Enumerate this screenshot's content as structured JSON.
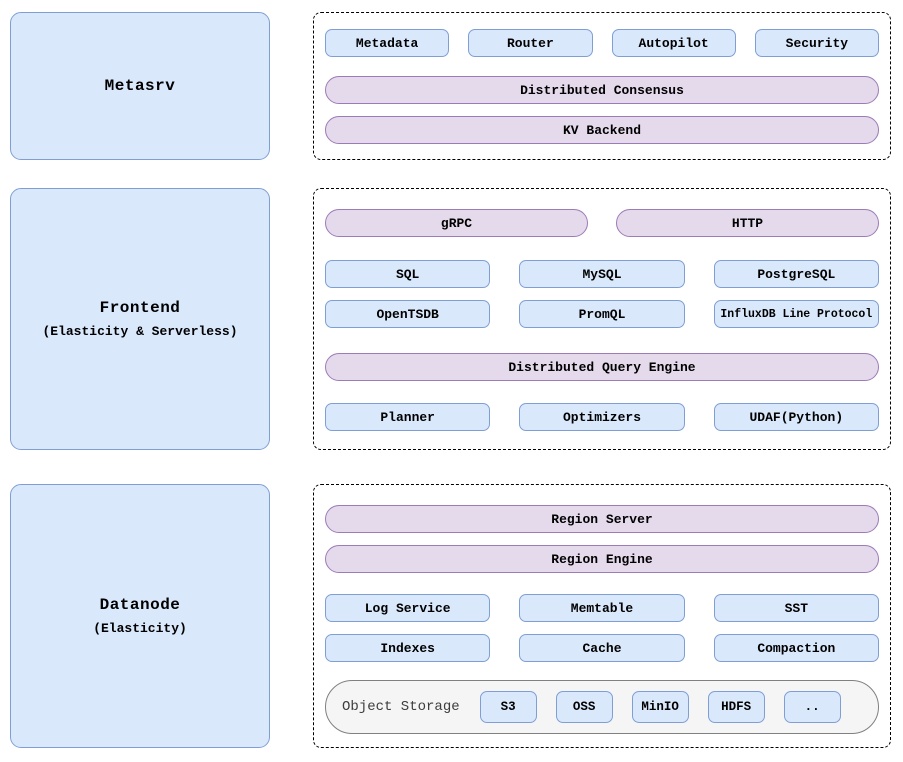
{
  "colors": {
    "box_fill": "#dae8fc",
    "box_border": "#7f9fd4",
    "pill_fill": "#e5d9ec",
    "pill_border": "#9d7bb8",
    "storage_fill": "#f5f5f5",
    "storage_border": "#808080",
    "dashed_border": "#000000"
  },
  "sections": {
    "metasrv": {
      "title": "Metasrv",
      "components": [
        "Metadata",
        "Router",
        "Autopilot",
        "Security"
      ],
      "pills": [
        "Distributed Consensus",
        "KV Backend"
      ]
    },
    "frontend": {
      "title": "Frontend",
      "subtitle": "(Elasticity & Serverless)",
      "protocol_pills": [
        "gRPC",
        "HTTP"
      ],
      "api_boxes": [
        "SQL",
        "MySQL",
        "PostgreSQL",
        "OpenTSDB",
        "PromQL",
        "InfluxDB Line Protocol"
      ],
      "engine_pill": "Distributed Query Engine",
      "engine_boxes": [
        "Planner",
        "Optimizers",
        "UDAF(Python)"
      ]
    },
    "datanode": {
      "title": "Datanode",
      "subtitle": "(Elasticity)",
      "pills": [
        "Region Server",
        "Region Engine"
      ],
      "components": [
        "Log Service",
        "Memtable",
        "SST",
        "Indexes",
        "Cache",
        "Compaction"
      ],
      "object_storage": {
        "label": "Object Storage",
        "backends": [
          "S3",
          "OSS",
          "MinIO",
          "HDFS",
          ".."
        ]
      }
    }
  }
}
